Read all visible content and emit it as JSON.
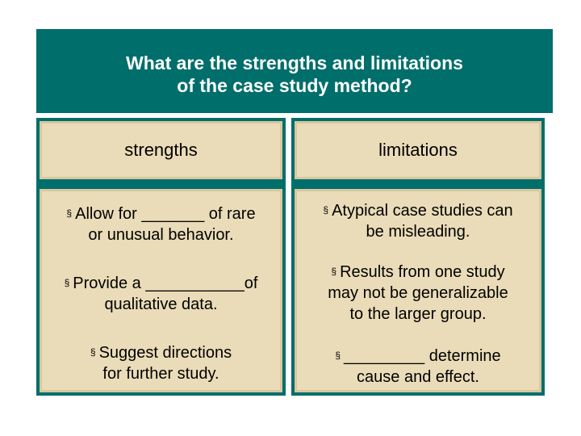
{
  "title": {
    "line1": "What are the strengths and limitations",
    "line2": "of the case study method?"
  },
  "columns": [
    {
      "header": "strengths",
      "items": [
        {
          "line1": "Allow for _______ of rare",
          "line2": "or unusual behavior."
        },
        {
          "line1": "Provide a ___________of",
          "line2": "qualitative data."
        },
        {
          "line1": "Suggest directions",
          "line2": "for further study."
        }
      ]
    },
    {
      "header": "limitations",
      "items": [
        {
          "line1": "Atypical case studies can",
          "line2": "be misleading."
        },
        {
          "line1": "Results from one study",
          "line2": "may not be generalizable",
          "line3": "to the larger group."
        },
        {
          "line1": "_________ determine",
          "line2": "cause and effect."
        }
      ]
    }
  ],
  "colors": {
    "header_bg": "#006e6b",
    "panel_bg": "#eadcb8",
    "text": "#000000"
  }
}
